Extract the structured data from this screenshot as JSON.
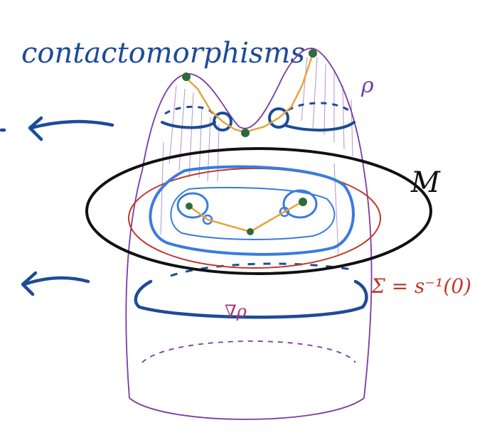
{
  "labels": {
    "title": "contactomorphisms",
    "rho": "ρ",
    "M": "M",
    "sigma": "Σ = s⁻¹(0)",
    "grad_rho": "∇ρ"
  },
  "colors": {
    "purple": "#7b3aa6",
    "navy": "#1d4c96",
    "black": "#111111",
    "red": "#c0392b",
    "blue": "#3a7be0",
    "orange": "#e8a33d",
    "green": "#2e6b3a",
    "magenta": "#b0307e"
  }
}
